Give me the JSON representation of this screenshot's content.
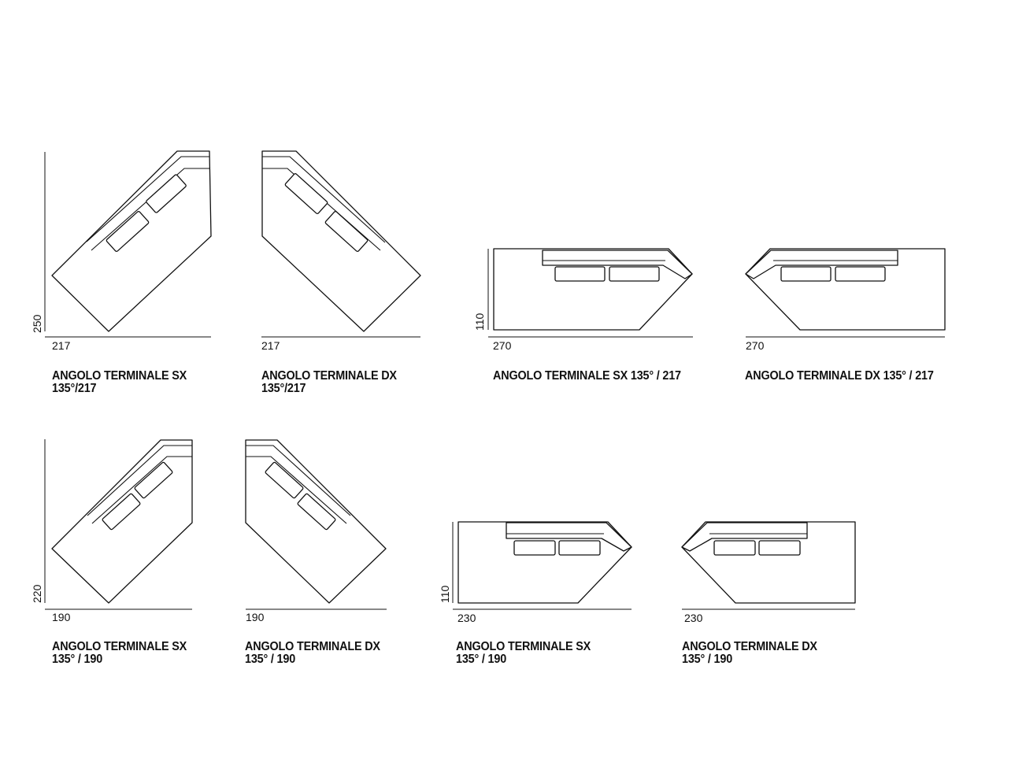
{
  "modules": [
    {
      "id": "a",
      "name": "ANGOLO TERMINALE SX",
      "spec": "135°/217",
      "width": "217",
      "depth": "250"
    },
    {
      "id": "b",
      "name": "ANGOLO TERMINALE DX",
      "spec": "135°/217",
      "width": "217",
      "depth": ""
    },
    {
      "id": "c",
      "name": "ANGOLO TERMINALE SX 135° / 217",
      "spec": "",
      "width": "270",
      "depth": "110"
    },
    {
      "id": "d",
      "name": "ANGOLO TERMINALE DX 135° / 217",
      "spec": "",
      "width": "270",
      "depth": ""
    },
    {
      "id": "e",
      "name": "ANGOLO TERMINALE SX",
      "spec": "135° / 190",
      "width": "190",
      "depth": "220"
    },
    {
      "id": "f",
      "name": "ANGOLO TERMINALE DX",
      "spec": "135° / 190",
      "width": "190",
      "depth": ""
    },
    {
      "id": "g",
      "name": "ANGOLO TERMINALE SX",
      "spec": "135° / 190",
      "width": "230",
      "depth": "110"
    },
    {
      "id": "h",
      "name": "ANGOLO TERMINALE DX",
      "spec": "135° / 190",
      "width": "230",
      "depth": ""
    }
  ]
}
